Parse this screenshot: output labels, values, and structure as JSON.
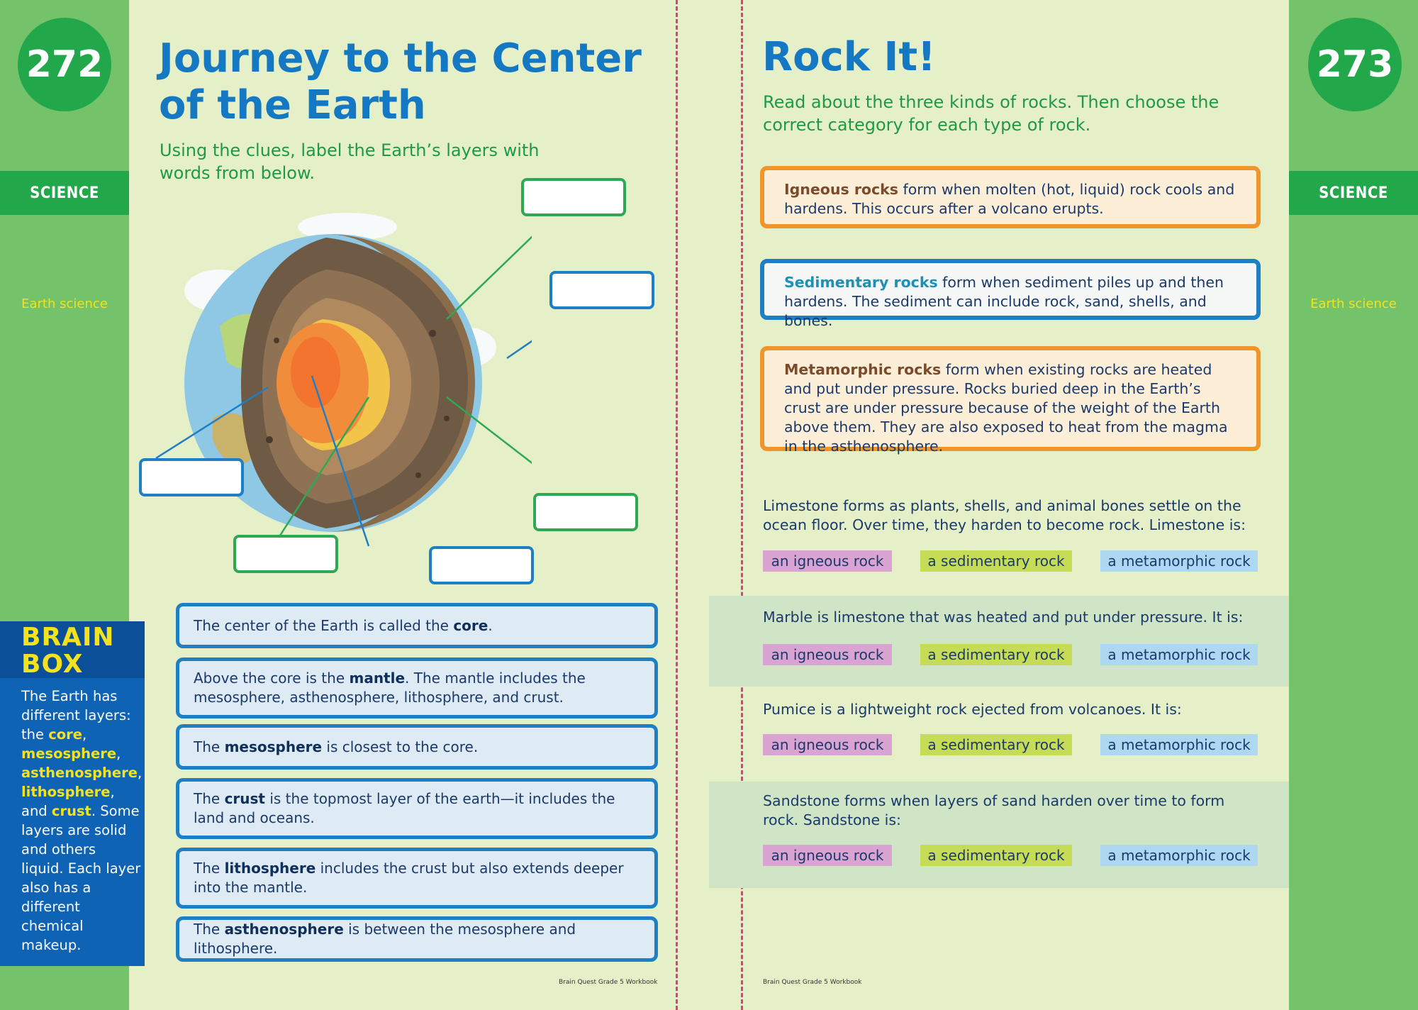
{
  "left_page": {
    "page_number": "272",
    "subject": "SCIENCE",
    "topic": "Earth science",
    "title_line1": "Journey to the Center",
    "title_line2": "of the Earth",
    "instructions_line1": "Using the clues, label the Earth’s layers with",
    "instructions_line2": "words from below.",
    "clues": [
      {
        "pre": "The center of the Earth is called the ",
        "bold": "core",
        "post": "."
      },
      {
        "pre": "Above the core is the ",
        "bold": "mantle",
        "post": ". The mantle includes the mesosphere, asthenosphere, lithosphere, and crust."
      },
      {
        "pre": "The ",
        "bold": "mesosphere",
        "post": " is closest to the core."
      },
      {
        "pre": "The ",
        "bold": "crust",
        "post": " is the topmost layer of the earth—it includes the land and oceans."
      },
      {
        "pre": "The ",
        "bold": "lithosphere",
        "post": " includes the crust but also extends deeper into the mantle."
      },
      {
        "pre": "The ",
        "bold": "asthenosphere",
        "post": " is between the mesosphere and lithosphere."
      }
    ],
    "brain_box": {
      "heading_line1": "BRAIN",
      "heading_line2": "BOX",
      "t1": "The Earth has different layers: the ",
      "k1": "core",
      "t2": ", ",
      "k2": "mesosphere",
      "t3": ", ",
      "k3": "asthenosphere",
      "t4": ", ",
      "k4": "lithosphere",
      "t5": ", and ",
      "k5": "crust",
      "t6": ". Some layers are solid and others liquid. Each layer also has a different chemical makeup."
    },
    "footer": "Brain Quest Grade 5 Workbook"
  },
  "right_page": {
    "page_number": "273",
    "subject": "SCIENCE",
    "topic": "Earth science",
    "title": "Rock It!",
    "instructions_line1": "Read about the three kinds of rocks. Then choose the",
    "instructions_line2": "correct category for each type of rock.",
    "definitions": [
      {
        "term": "Igneous rocks",
        "text": " form when molten (hot, liquid) rock cools and hardens. This occurs after a volcano erupts."
      },
      {
        "term": "Sedimentary rocks",
        "text": " form when sediment piles up and then hardens. The sediment can include rock, sand, shells, and bones."
      },
      {
        "term": "Metamorphic rocks",
        "text": " form when existing rocks are heated and put under pressure. Rocks buried deep in the Earth’s crust are under pressure because of the weight of the Earth above them. They are also exposed to heat from the magma in the asthenosphere."
      }
    ],
    "questions": [
      {
        "text": "Limestone forms as plants, shells, and animal bones settle on the ocean floor. Over time, they harden to become rock. Limestone is:"
      },
      {
        "text": "Marble is limestone that was heated and put under pressure. It is:"
      },
      {
        "text": "Pumice is a lightweight rock ejected from volcanoes. It is:"
      },
      {
        "text": "Sandstone forms when layers of sand harden over time to form rock. Sandstone is:"
      }
    ],
    "options": [
      "an igneous rock",
      "a sedimentary rock",
      "a metamorphic rock"
    ],
    "footer": "Brain Quest Grade 5 Workbook"
  },
  "colors": {
    "page_bg": "#e6f0c8",
    "side_green": "#74c26a",
    "accent_green": "#22a84a",
    "title_blue": "#1478c3",
    "clue_border": "#1f7fc4",
    "orange_border": "#f0952a",
    "dash_pink": "#e0407a",
    "igneous_option": "#d9a4d2",
    "sedimentary_option": "#c6dc57",
    "metamorphic_option": "#aed8f2"
  }
}
